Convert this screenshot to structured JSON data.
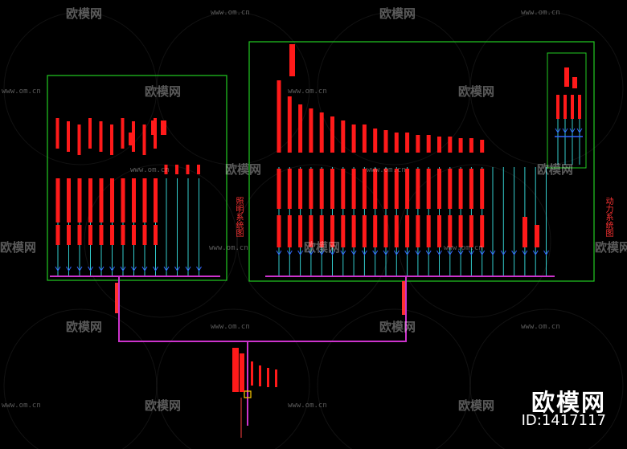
{
  "watermark": {
    "brand": "欧模网",
    "url": "www.om.cn"
  },
  "brand": {
    "name": "欧模网",
    "id_label": "ID:1417117"
  },
  "panels": {
    "left_title": "照明系统图",
    "right_title": "动力系统图"
  },
  "colors": {
    "background": "#000000",
    "panel_border": "#22cc22",
    "bus": "#cc33cc",
    "breaker": "#ff1a1a",
    "circuit_line": "#33cccc",
    "node": "#3366ff"
  }
}
